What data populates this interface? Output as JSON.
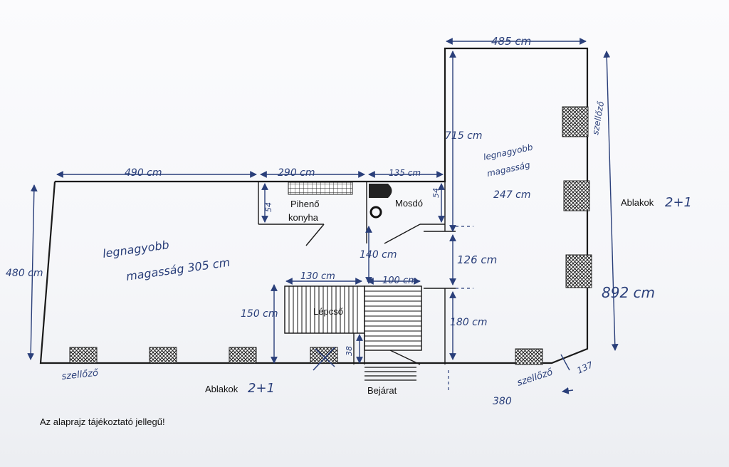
{
  "rooms": {
    "kitchen_line1": "Pihenő",
    "kitchen_line2": "konyha",
    "bathroom": "Mosdó",
    "stairs": "Lépcső",
    "entrance": "Bejárat"
  },
  "windows": {
    "bottom": "Ablakok",
    "bottom_count": "2+1",
    "right": "Ablakok",
    "right_count": "2+1"
  },
  "dimensions": {
    "top_left": "490 cm",
    "top_kitchen": "290 cm",
    "top_bath": "135 cm",
    "top_right": "485 cm",
    "right_room_height": "715 cm",
    "left_height": "480 cm",
    "kitchen_depth": "54",
    "bath_depth": "54",
    "corridor": "140 cm",
    "corridor_right": "126 cm",
    "stairs_width": "130 cm",
    "landing_width": "100 cm",
    "stairs_depth": "150 cm",
    "lower_right": "180 cm",
    "step": "38",
    "right_total": "892 cm",
    "corner": "137",
    "bottom_right": "380"
  },
  "notes": {
    "left_height_line1": "legnagyobb",
    "left_height_line2": "magasság 305 cm",
    "right_height_line1": "legnagyobb",
    "right_height_line2": "magasság",
    "right_height_line3": "247 cm",
    "vent_right": "szellőző",
    "vent_bottom_left": "szellőző",
    "vent_bottom_right": "szellőző"
  },
  "footer": "Az alaprajz tájékoztató jellegű!"
}
